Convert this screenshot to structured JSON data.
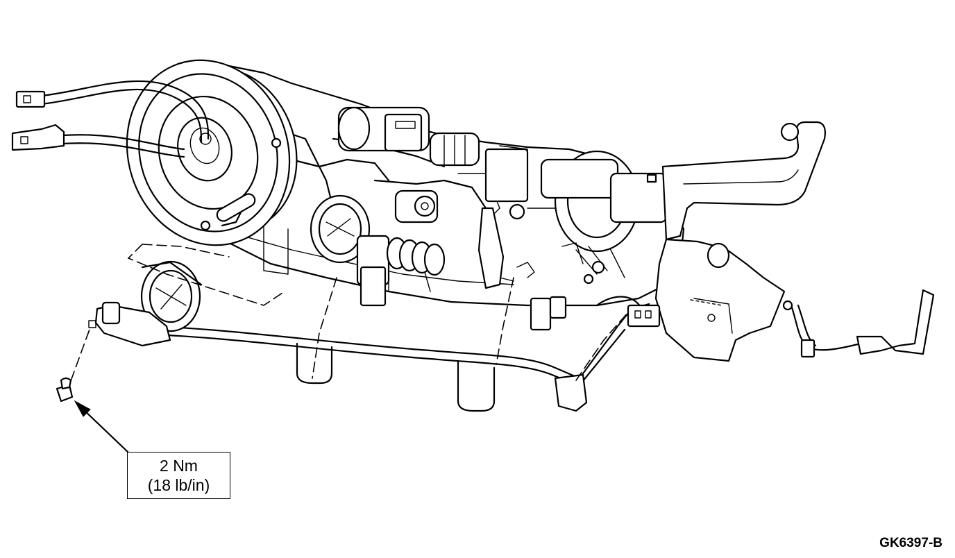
{
  "callout": {
    "torque_metric": "2 Nm",
    "torque_imperial": "(18 lb/in)"
  },
  "figure": {
    "id": "GK6397-B"
  },
  "icons": {
    "callout_arrow": "arrow-icon",
    "fastener": "screw-icon"
  },
  "colors": {
    "line": "#000000",
    "background": "#ffffff"
  }
}
